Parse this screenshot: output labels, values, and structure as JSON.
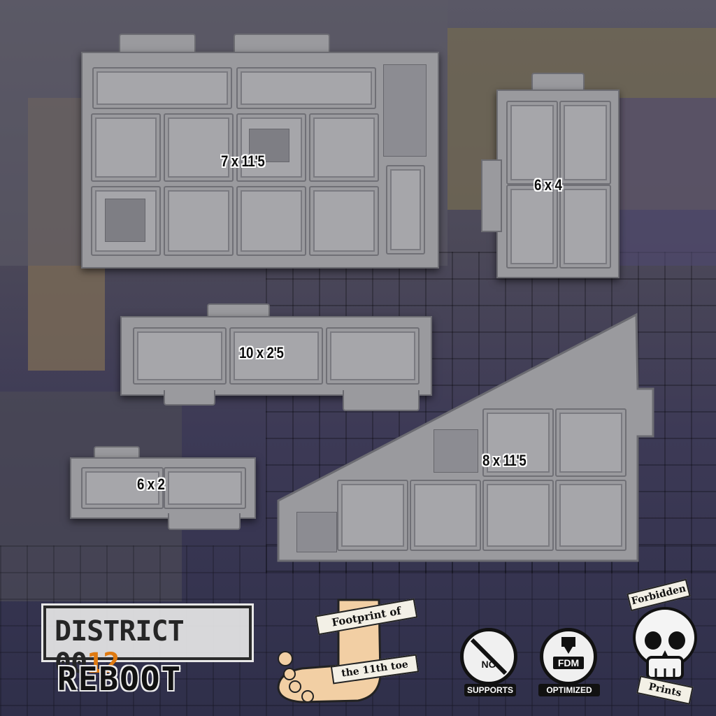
{
  "tiles": {
    "big_wall": {
      "label": "7 x 11'5"
    },
    "small_wall": {
      "label": "6 x 4"
    },
    "medium_strip": {
      "label": "10 x 2'5"
    },
    "small_strip": {
      "label": "6 x 2"
    },
    "triangle": {
      "label": "8 x 11'5"
    }
  },
  "branding": {
    "district_text": "DISTRICT 00",
    "district_accent": "12",
    "reboot": "REBOOT",
    "footprint_top": "Footprint of",
    "footprint_bottom": "the 11th toe",
    "no_supports_label": "NO",
    "supports_text": "SUPPORTS",
    "fdm_label": "FDM",
    "optimized_text": "OPTIMIZED",
    "forbidden_top": "Forbidden",
    "forbidden_bottom": "Prints"
  },
  "colors": {
    "tile": "#9a9a9e",
    "accent_orange": "#e07a10",
    "background": "#3a3848"
  },
  "icons": [
    "foot-icon",
    "no-supports-icon",
    "fdm-printer-icon",
    "skull-icon"
  ]
}
